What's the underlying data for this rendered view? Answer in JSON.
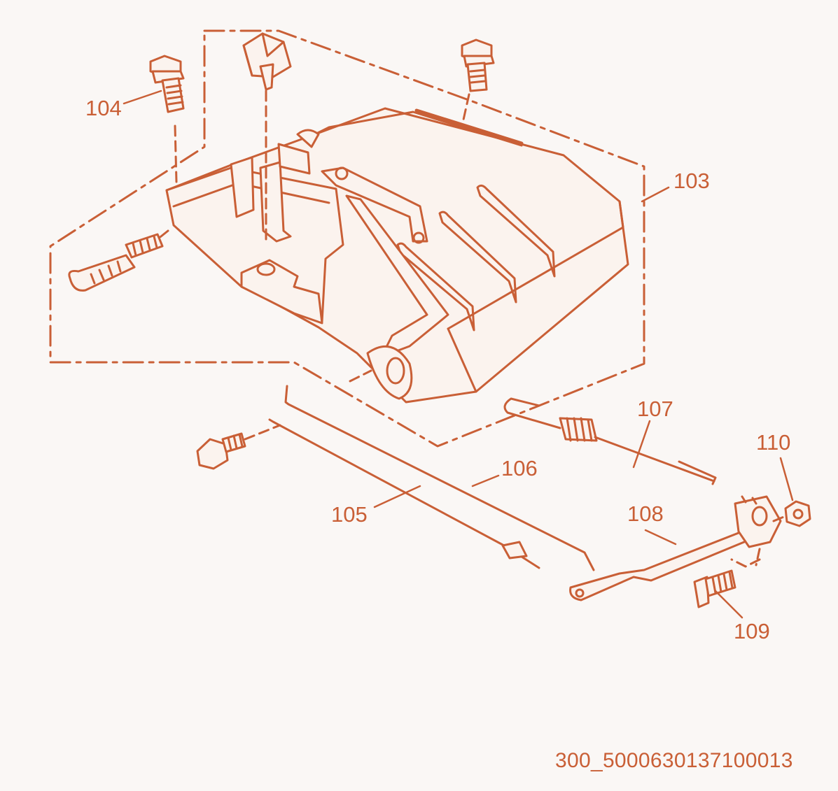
{
  "diagram": {
    "ink_color": "#c95f36",
    "fill_color": "#fbf3ee",
    "background": "#faf7f5",
    "drawing_id": "300_5000630137100013",
    "labels": {
      "l103": "103",
      "l104": "104",
      "l105": "105",
      "l106": "106",
      "l107": "107",
      "l108": "108",
      "l109": "109",
      "l110": "110"
    }
  }
}
